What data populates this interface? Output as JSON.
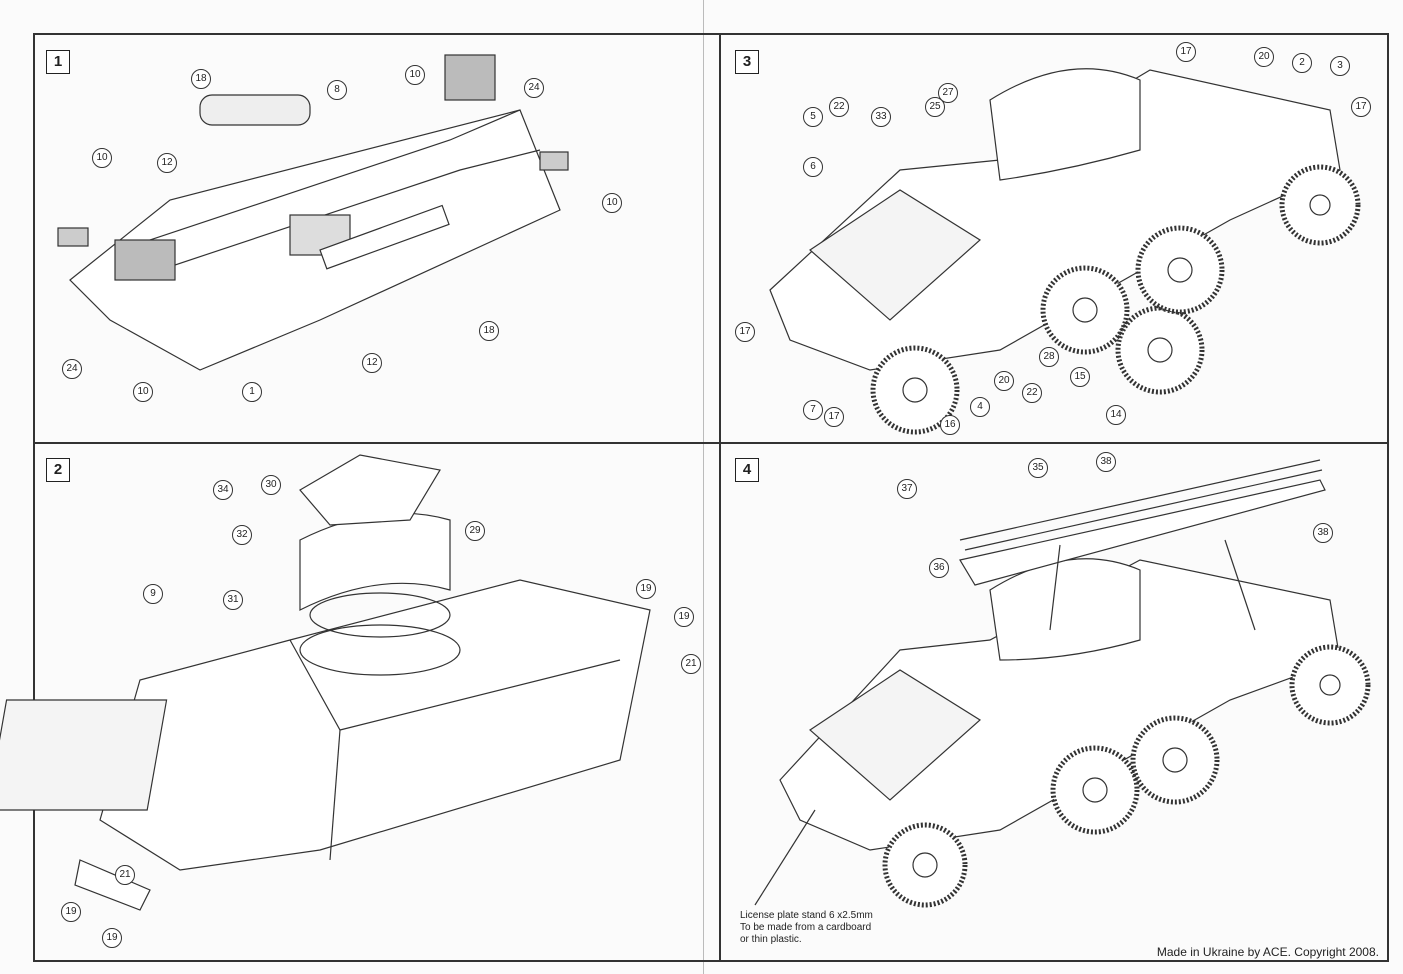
{
  "steps": [
    "1",
    "2",
    "3",
    "4"
  ],
  "panel1": {
    "callouts": [
      "18",
      "8",
      "10",
      "24",
      "10",
      "12",
      "10",
      "18",
      "12",
      "24",
      "10",
      "1"
    ]
  },
  "panel2": {
    "callouts": [
      "30",
      "34",
      "32",
      "29",
      "9",
      "31",
      "19",
      "19",
      "21",
      "21",
      "19",
      "19"
    ]
  },
  "panel3": {
    "callouts": [
      "17",
      "20",
      "2",
      "3",
      "17",
      "5",
      "22",
      "33",
      "27",
      "25",
      "6",
      "17",
      "20",
      "22",
      "28",
      "15",
      "14",
      "4",
      "7",
      "17",
      "16"
    ]
  },
  "panel4": {
    "callouts": [
      "35",
      "38",
      "37",
      "38",
      "36"
    ]
  },
  "note": {
    "line1": "License plate stand 6 x2.5mm",
    "line2": "To be made from a cardboard",
    "line3": "or thin plastic."
  },
  "copyright": "Made in Ukraine by ACE. Copyright 2008."
}
